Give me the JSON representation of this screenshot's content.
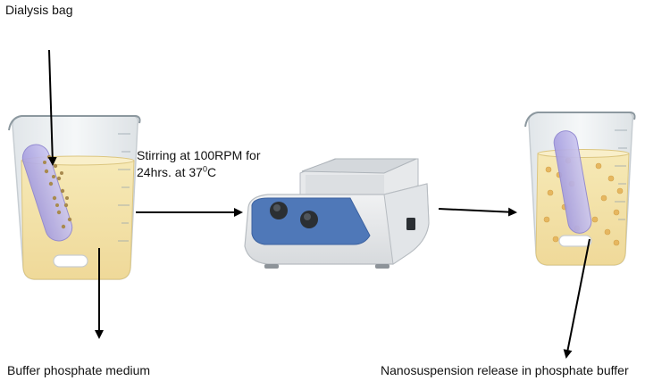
{
  "labels": {
    "dialysis_bag": "Dialysis bag",
    "stirring_line1": "Stirring at 100RPM for",
    "stirring_line2_prefix": "24hrs. at 37",
    "stirring_superscript": "0",
    "stirring_line2_suffix": "C",
    "buffer_medium": "Buffer phosphate medium",
    "nanosuspension": "Nanosuspension release in phosphate buffer"
  },
  "colors": {
    "liquid": "#f3e3a9",
    "liquid_edge": "#e3cd86",
    "glass": "#d9e0e4",
    "bag": "#b8b2e6",
    "particle": "#e6b760",
    "particle_in_bag": "#a88a4e",
    "plate_top": "#cfd3d7",
    "plate_body": "#eceeef",
    "panel": "#4f78b8",
    "knob": "#2b2f33",
    "arrow": "#000000"
  },
  "icons": [
    "beaker-icon",
    "dialysis-bag-icon",
    "stir-bar-icon",
    "hot-plate-stirrer-icon",
    "arrow-icon"
  ]
}
